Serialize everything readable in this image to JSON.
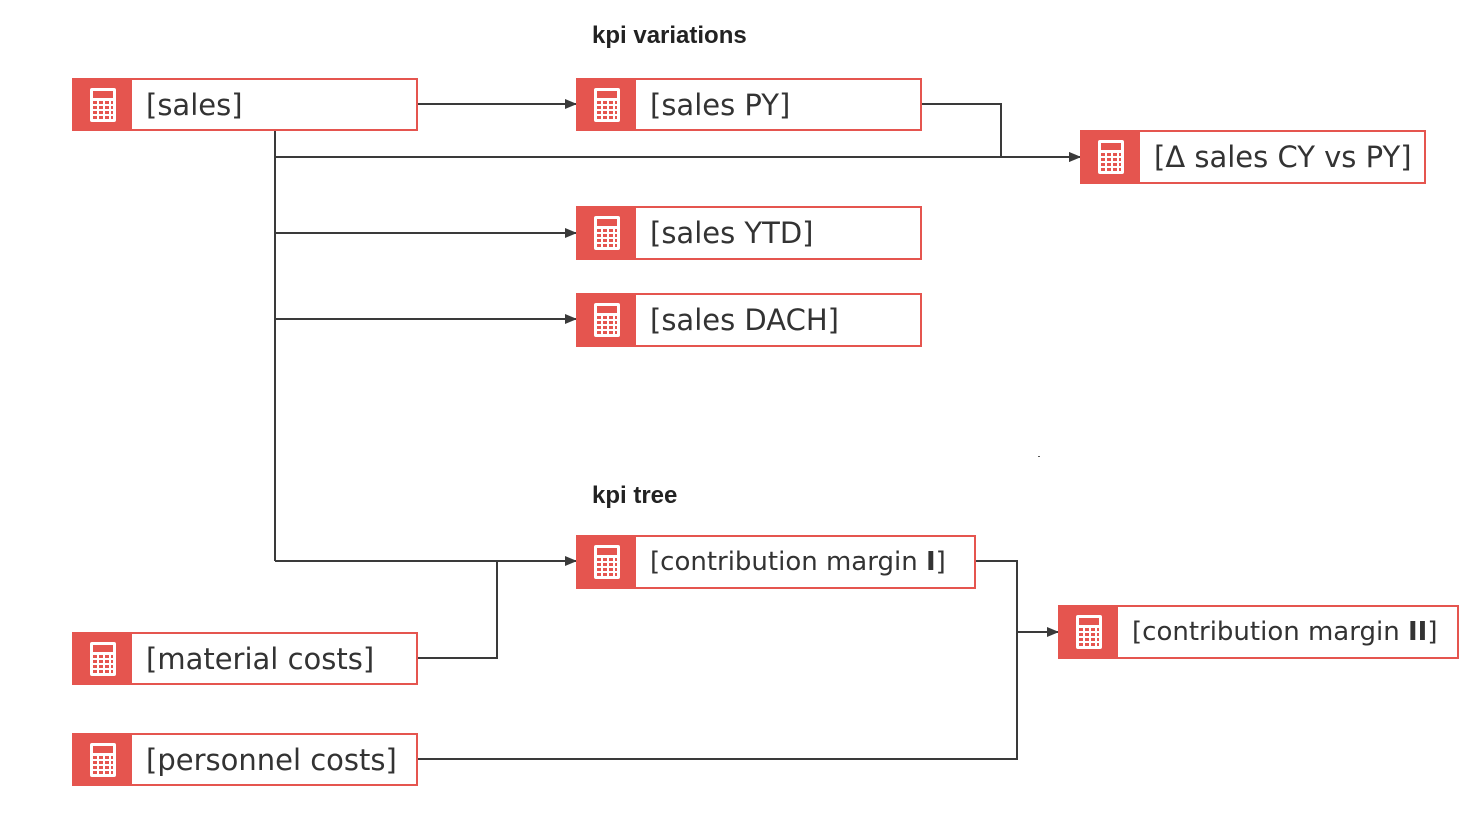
{
  "headings": {
    "variations": "kpi variations",
    "tree": "kpi tree"
  },
  "icon": "calculator-icon",
  "colors": {
    "accent": "#e5554f",
    "line": "#3a3a3a",
    "text": "#333333"
  },
  "nodes": {
    "sales": "[sales]",
    "sales_py": "[sales PY]",
    "delta_sales": "[Δ sales CY vs PY]",
    "sales_ytd": "[sales YTD]",
    "sales_dach": "[sales DACH]",
    "cm1": {
      "prefix": "[contribution margin ",
      "bold": "I",
      "suffix": "]"
    },
    "cm2": {
      "prefix": "[contribution margin ",
      "bold": "II",
      "suffix": "]"
    },
    "material_costs": "[material costs]",
    "personnel_costs": "[personnel costs]"
  }
}
